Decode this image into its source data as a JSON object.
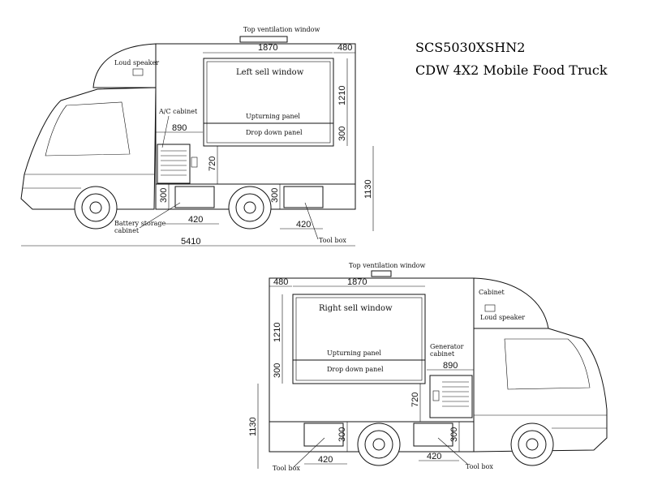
{
  "title": {
    "model": "SCS5030XSHN2",
    "name": "CDW 4X2 Mobile Food Truck"
  },
  "left_view": {
    "top_vent": "Top ventilation window",
    "loud_speaker": "Loud speaker",
    "sell_window": "Left sell window",
    "ac_cabinet": "A/C cabinet",
    "upturning": "Upturning panel",
    "drop_down": "Drop down panel",
    "battery": "Battery storage",
    "battery2": "cabinet",
    "tool_box": "Tool box",
    "d_1870": "1870",
    "d_480": "480",
    "d_1210": "1210",
    "d_300a": "300",
    "d_890": "890",
    "d_720": "720",
    "d_1130": "1130",
    "d_300b": "300",
    "d_300c": "300",
    "d_420a": "420",
    "d_420b": "420",
    "d_5410": "5410"
  },
  "right_view": {
    "top_vent": "Top ventilation window",
    "cabinet": "Cabinet",
    "loud_speaker": "Loud speaker",
    "sell_window": "Right sell window",
    "generator": "Generator",
    "generator2": "cabinet",
    "upturning": "Upturning panel",
    "drop_down": "Drop down panel",
    "tool_box_a": "Tool box",
    "tool_box_b": "Tool box",
    "d_480": "480",
    "d_1870": "1870",
    "d_1210": "1210",
    "d_300a": "300",
    "d_890": "890",
    "d_720": "720",
    "d_1130": "1130",
    "d_300b": "300",
    "d_300c": "300",
    "d_420a": "420",
    "d_420b": "420"
  }
}
